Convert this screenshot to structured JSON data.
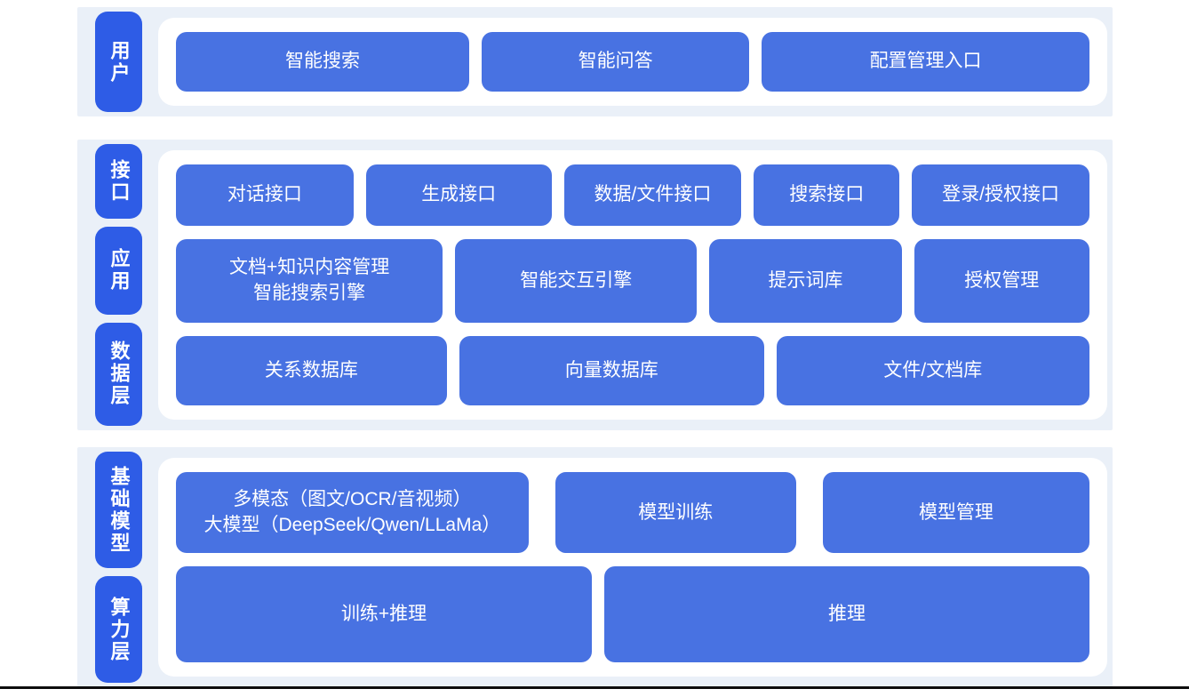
{
  "colors": {
    "page_bg": "#ffffff",
    "section_bg": "#eaf0f8",
    "band_bg": "#ffffff",
    "tab_blue": "#2e5ce6",
    "box_blue": "#4872e2",
    "box_text": "#ffffff",
    "bottom_rule": "#0d0d0d"
  },
  "sections": [
    {
      "name": "user-layer",
      "tabs": [
        {
          "label": "用户"
        }
      ],
      "rows": [
        {
          "boxes": [
            {
              "label": "智能搜索"
            },
            {
              "label": "智能问答"
            },
            {
              "label": "配置管理入口"
            }
          ]
        }
      ]
    },
    {
      "name": "platform-layer",
      "tabs": [
        {
          "label": "接口"
        },
        {
          "label": "应用"
        },
        {
          "label": "数据层"
        }
      ],
      "rows": [
        {
          "boxes": [
            {
              "label": "对话接口"
            },
            {
              "label": "生成接口"
            },
            {
              "label": "数据/文件接口"
            },
            {
              "label": "搜索接口"
            },
            {
              "label": "登录/授权接口"
            }
          ]
        },
        {
          "boxes": [
            {
              "line1": "文档+知识内容管理",
              "line2": "智能搜索引擎"
            },
            {
              "label": "智能交互引擎"
            },
            {
              "label": "提示词库"
            },
            {
              "label": "授权管理"
            }
          ]
        },
        {
          "boxes": [
            {
              "label": "关系数据库"
            },
            {
              "label": "向量数据库"
            },
            {
              "label": "文件/文档库"
            }
          ]
        }
      ]
    },
    {
      "name": "foundation-layer",
      "tabs": [
        {
          "label": "基础模型"
        },
        {
          "label": "算力层"
        }
      ],
      "rows": [
        {
          "boxes": [
            {
              "line1": "多模态（图文/OCR/音视频）",
              "line2": "大模型（DeepSeek/Qwen/LLaMa）"
            },
            {
              "label": "模型训练"
            },
            {
              "label": "模型管理"
            }
          ]
        },
        {
          "boxes": [
            {
              "label": "训练+推理"
            },
            {
              "label": "推理"
            }
          ]
        }
      ]
    }
  ]
}
